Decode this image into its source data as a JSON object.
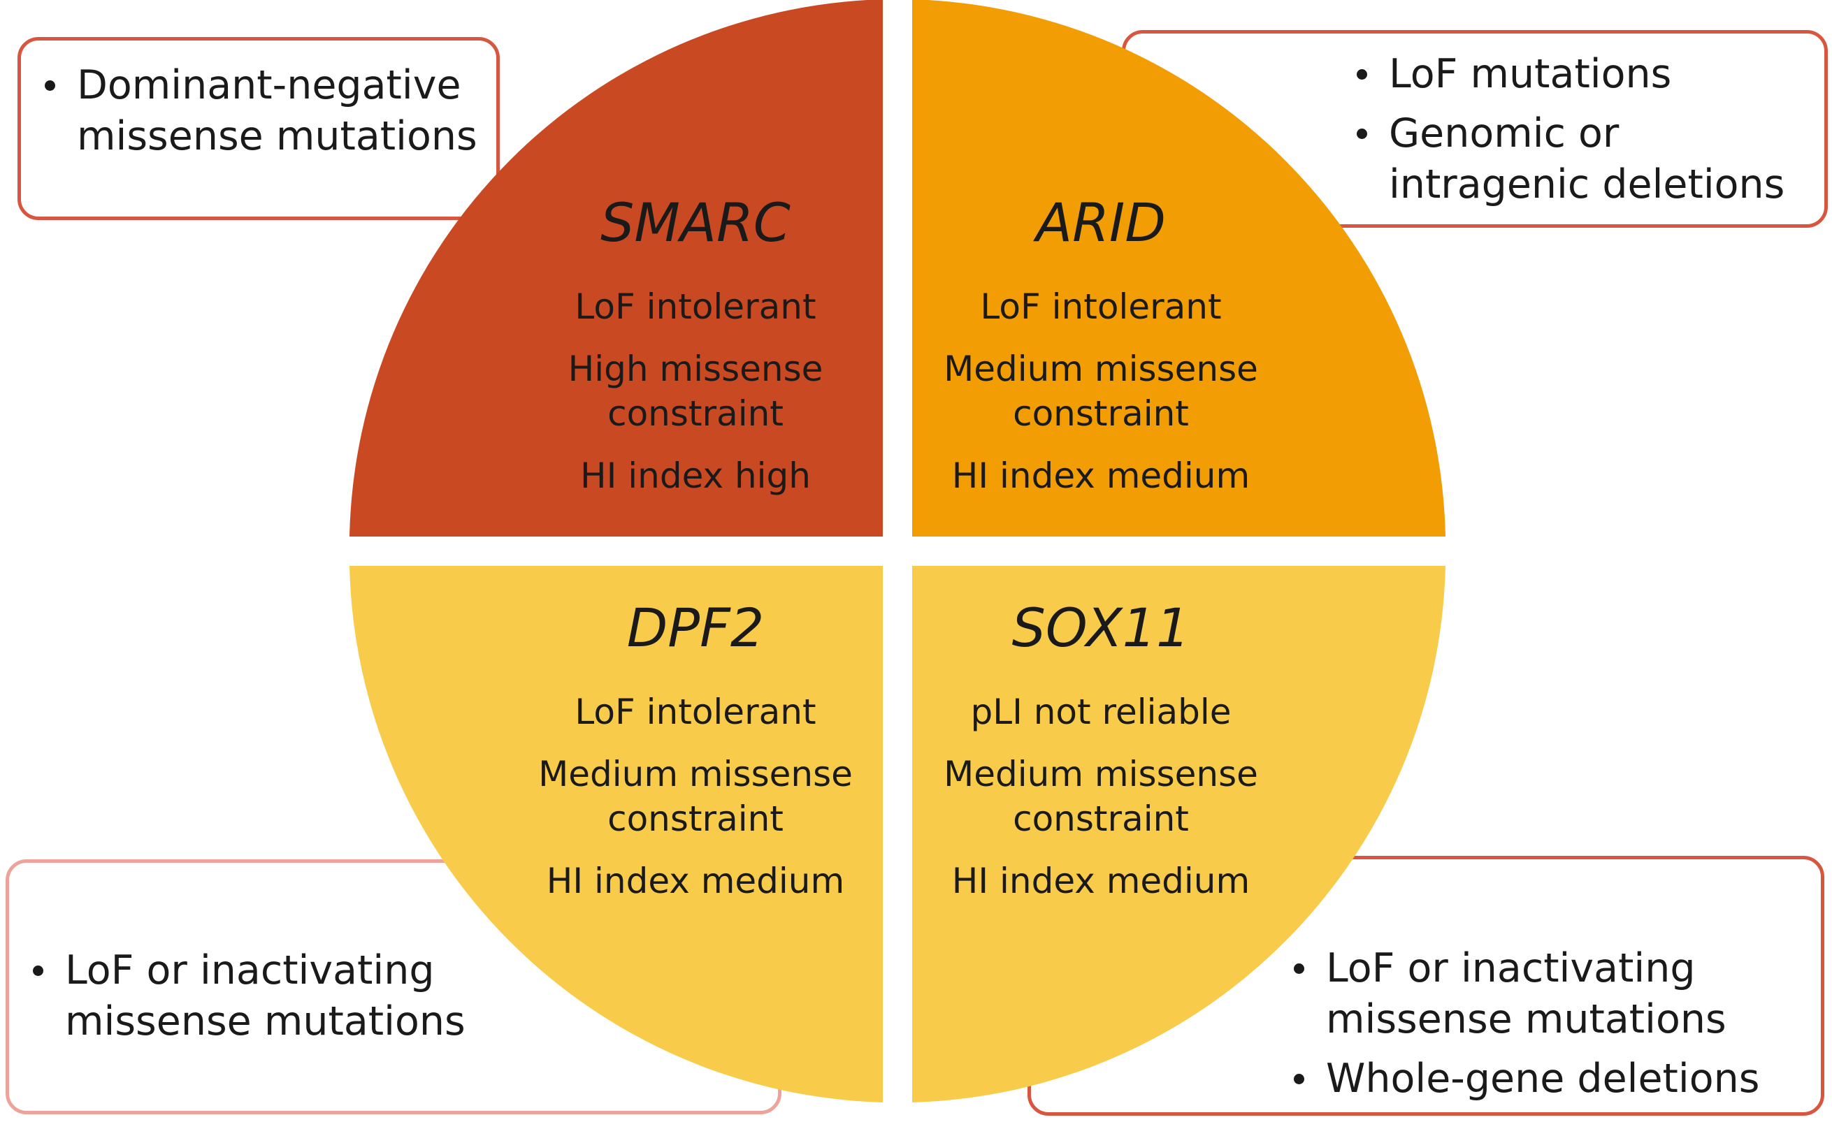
{
  "colors": {
    "smarc": "#C94A22",
    "arid": "#F29D03",
    "dpf2": "#F9CB4A",
    "sox11": "#F9CB4A",
    "box_border_dark": "#D8563F",
    "box_border_light": "#EEA39A"
  },
  "quadrants": {
    "smarc": {
      "title": "SMARC",
      "lines": [
        "LoF intolerant",
        "High missense",
        "constraint",
        "HI index high"
      ]
    },
    "arid": {
      "title": "ARID",
      "lines": [
        "LoF intolerant",
        "Medium missense",
        "constraint",
        "HI index medium"
      ]
    },
    "dpf2": {
      "title": "DPF2",
      "lines": [
        "LoF intolerant",
        "Medium missense",
        "constraint",
        "HI index medium"
      ]
    },
    "sox11": {
      "title": "SOX11",
      "lines": [
        "pLI not reliable",
        "Medium missense",
        "constraint",
        "HI index medium"
      ]
    }
  },
  "boxes": {
    "top_left": {
      "items": [
        "Dominant-negative missense mutations"
      ]
    },
    "top_right": {
      "items": [
        "LoF mutations",
        "Genomic or intragenic deletions"
      ]
    },
    "bottom_left": {
      "items": [
        "LoF or inactivating missense mutations"
      ]
    },
    "bottom_right": {
      "items": [
        "LoF or inactivating missense mutations",
        "Whole-gene deletions"
      ]
    }
  }
}
